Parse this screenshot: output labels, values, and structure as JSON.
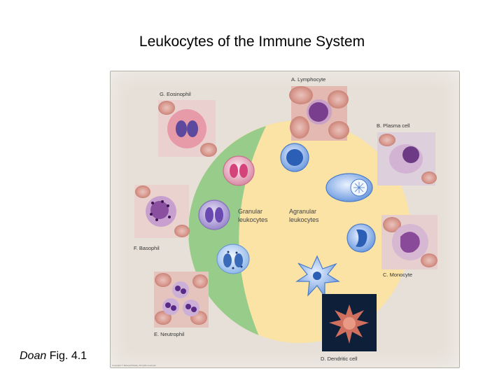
{
  "title": "Leukocytes of the Immune System",
  "caption": {
    "author": "Doan",
    "rest": " Fig. 4.1"
  },
  "groups": {
    "granular": [
      "Granular",
      "leukocytes"
    ],
    "agranular": [
      "Agranular",
      "leukocytes"
    ]
  },
  "cells": {
    "lymphocyte": "A. Lymphocyte",
    "plasma": "B. Plasma cell",
    "monocyte": "C. Monocyte",
    "dendritic": "D. Dendritic cell",
    "neutrophil": "E. Neutrophil",
    "basophil": "F. Basophil",
    "eosinophil": "G. Eosinophil"
  },
  "copyright": "Copyright © Elsevier/Mosby. All rights reserved.",
  "colors": {
    "granular_region": "#98cc8a",
    "agranular_region": "#fbe3a6",
    "background": "#e6e0d8"
  }
}
